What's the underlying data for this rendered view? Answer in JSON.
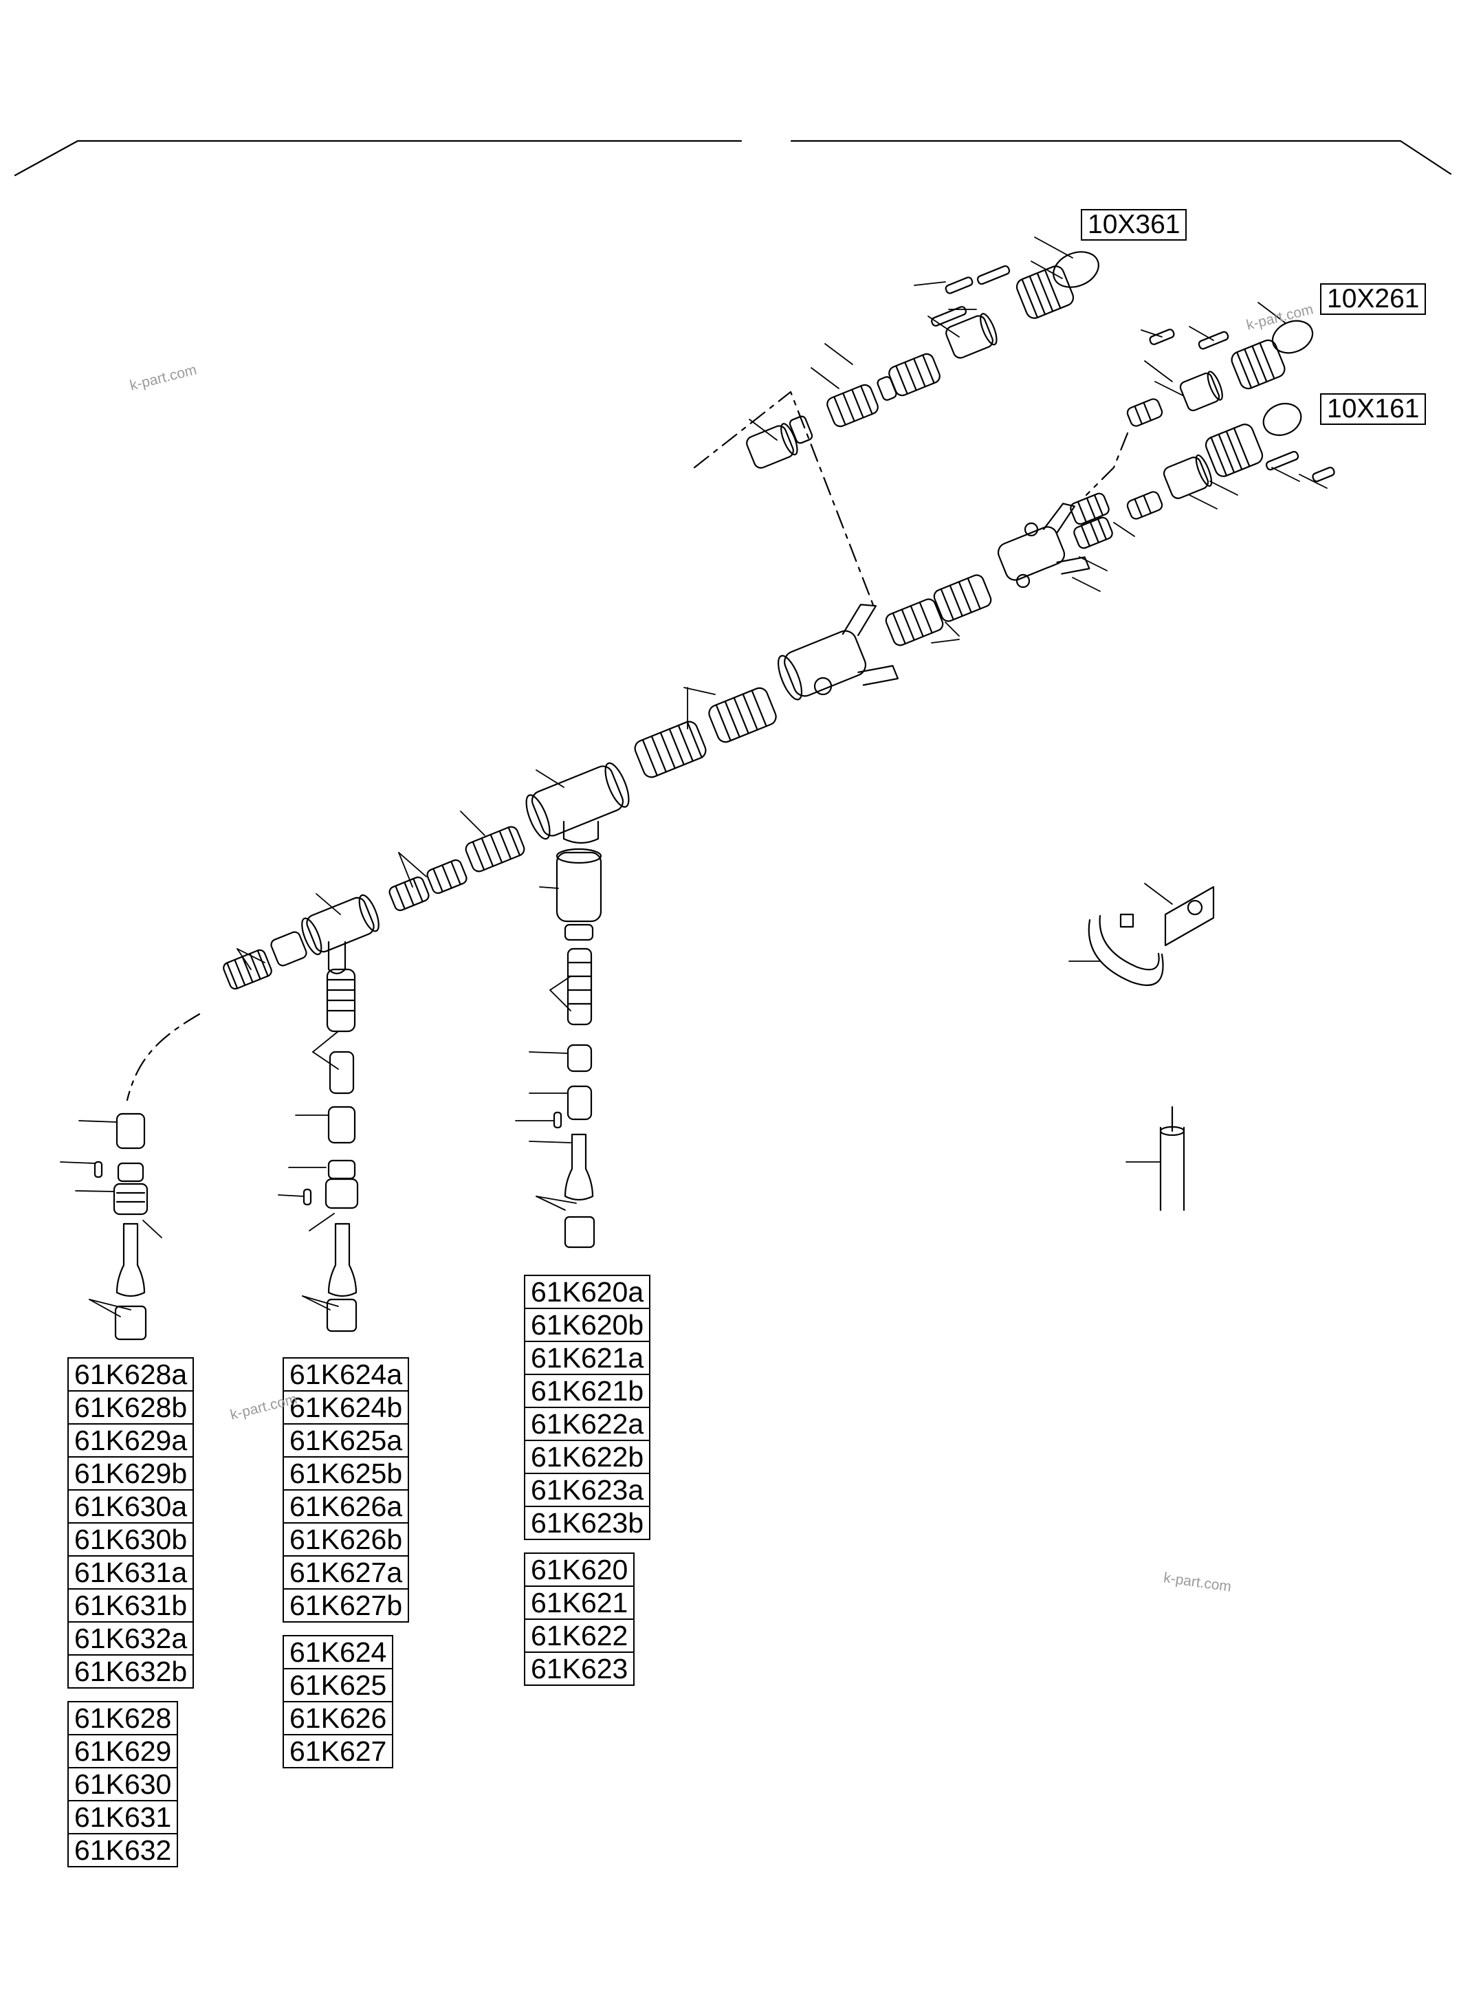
{
  "connector_labels": [
    "10X361",
    "10X261",
    "10X161"
  ],
  "label_groups": {
    "left_a": [
      "61K628a",
      "61K628b",
      "61K629a",
      "61K629b",
      "61K630a",
      "61K630b",
      "61K631a",
      "61K631b",
      "61K632a",
      "61K632b"
    ],
    "left_b": [
      "61K628",
      "61K629",
      "61K630",
      "61K631",
      "61K632"
    ],
    "mid_a": [
      "61K624a",
      "61K624b",
      "61K625a",
      "61K625b",
      "61K626a",
      "61K626b",
      "61K627a",
      "61K627b"
    ],
    "mid_b": [
      "61K624",
      "61K625",
      "61K626",
      "61K627"
    ],
    "right_a": [
      "61K620a",
      "61K620b",
      "61K621a",
      "61K621b",
      "61K622a",
      "61K622b",
      "61K623a",
      "61K623b"
    ],
    "right_b": [
      "61K620",
      "61K621",
      "61K622",
      "61K623"
    ]
  },
  "watermark": "k-part.com",
  "colors": {
    "line": "#000000",
    "background": "#ffffff",
    "watermark": "#9a9a9a"
  }
}
